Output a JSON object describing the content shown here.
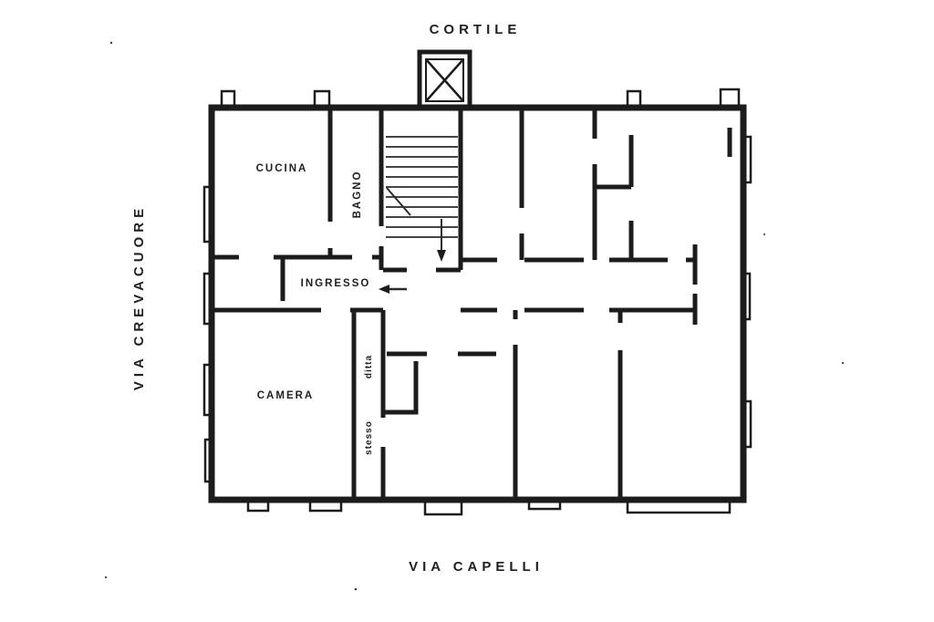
{
  "page": {
    "background": "#ffffff",
    "ink": "#1f1f1f"
  },
  "plan": {
    "courtyard_label": "CORTILE",
    "street_left": "VIA CREVACUORE",
    "street_bottom": "VIA CAPELLI",
    "rooms": {
      "cucina": "CUCINA",
      "bagno": "BAGNO",
      "ingresso": "INGRESSO",
      "camera": "CAMERA",
      "ditta": "ditta",
      "stesso": "stesso"
    }
  }
}
